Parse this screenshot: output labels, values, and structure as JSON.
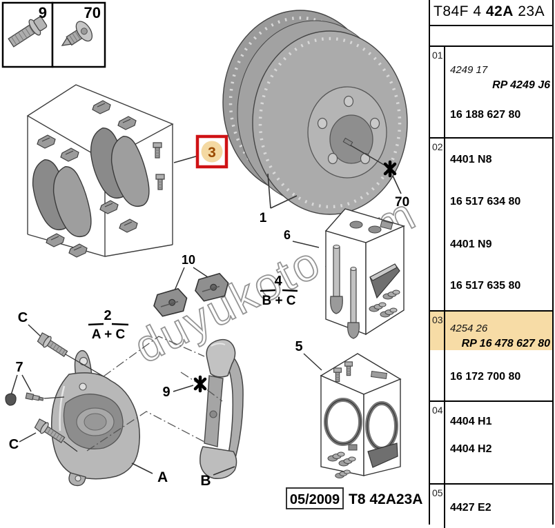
{
  "watermark": "duyukoto.com",
  "inset": {
    "bolt_label": "9",
    "screw_label": "70"
  },
  "callouts": {
    "disc": "1",
    "pads": "3",
    "clips": "10",
    "kit2_num": "2",
    "kit2_set": "A + C",
    "kit4_num": "4",
    "kit4_set": "B + C",
    "pin_kit": "6",
    "carrier_kit": "5",
    "bleed": "7",
    "fit_mark": "9",
    "disc_screw": "70",
    "caliper": "A",
    "bracket": "B",
    "guide_bolt_upper": "C",
    "guide_bolt_lower": "C"
  },
  "footer": {
    "date": "05/2009",
    "code": "T8 42A23A"
  },
  "colors": {
    "highlight": "#f7dca6",
    "callout_box": "#cf1215",
    "callout_digit": "#9a4a00"
  },
  "panel": {
    "title": {
      "prefix": "T84F 4 ",
      "bold": "42A",
      "suffix": " 23A"
    },
    "rows": [
      {
        "num": "01",
        "ref": "4249 17",
        "rp": "RP 4249 J6",
        "part": "16 188 627 80"
      },
      {
        "num": "02",
        "part1": "4401 N8",
        "part2": "16 517 634 80",
        "part3": "4401 N9",
        "part4": "16 517 635 80"
      },
      {
        "num": "03",
        "ref": "4254 26",
        "rp": "RP 16 478 627 80",
        "part": "16 172 700 80"
      },
      {
        "num": "04",
        "part1": "4404 H1",
        "part2": "4404 H2"
      },
      {
        "num": "05",
        "part1": "4427 E2"
      }
    ]
  }
}
